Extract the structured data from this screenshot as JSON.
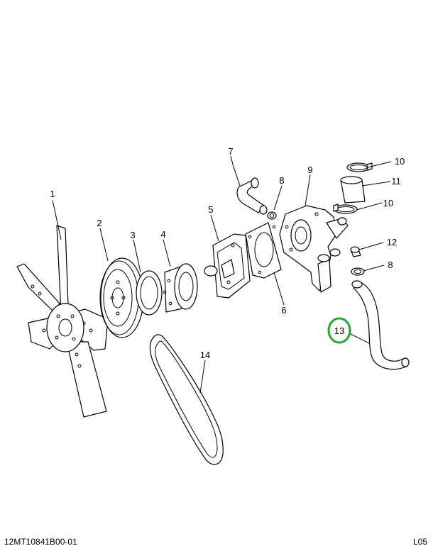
{
  "callouts": {
    "c1": "1",
    "c2": "2",
    "c3": "3",
    "c4": "4",
    "c5": "5",
    "c6": "6",
    "c7": "7",
    "c8a": "8",
    "c8b": "8",
    "c9": "9",
    "c10a": "10",
    "c10b": "10",
    "c11": "11",
    "c12": "12",
    "c13": "13",
    "c14": "14"
  },
  "highlight": {
    "callout": "13",
    "color": "#1fa82e"
  },
  "footer": {
    "drawing_number": "12MT10841B00-01",
    "sheet": "L05"
  }
}
